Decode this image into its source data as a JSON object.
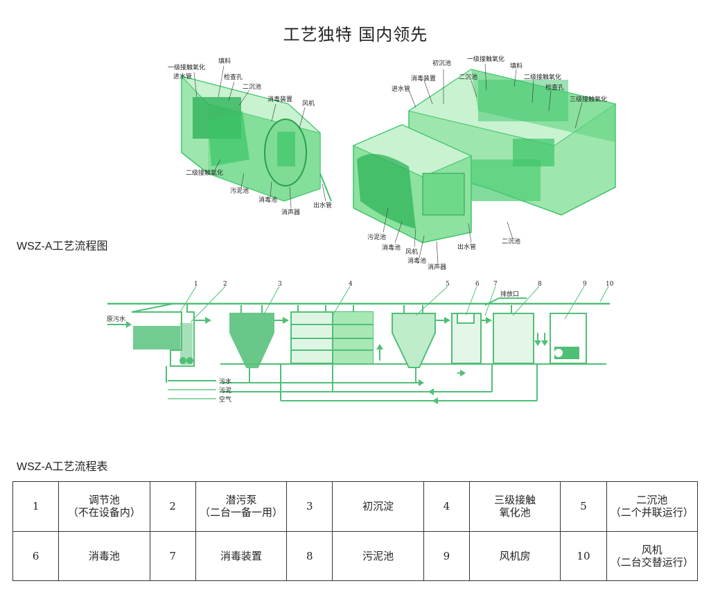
{
  "title": "工艺独特  国内领先",
  "sections": {
    "flow_chart": "WSZ-A工艺流程图",
    "flow_table": "WSZ-A工艺流程表"
  },
  "colors": {
    "tank_green": "#3cc46a",
    "tank_light": "#a8e8b4",
    "line_green": "#4fbf75"
  },
  "left_unit": {
    "labels": {
      "stage1_contact": "一级接触氧化",
      "inlet_pipe": "进水管",
      "filler": "填料",
      "inspection_hole": "检查孔",
      "secondary_settling": "二沉池",
      "disinfection_device": "消毒装置",
      "blower": "风机",
      "stage2_contact": "二级接触氧化",
      "sludge_tank": "污泥池",
      "disinfection_tank": "消毒池",
      "outlet_pipe": "出水管",
      "silencer": "消声器"
    }
  },
  "right_unit": {
    "labels": {
      "primary_settling": "初沉池",
      "stage1_contact": "一级接触氧化",
      "disinfection_device": "消毒装置",
      "filler": "填料",
      "secondary_settling_top": "二沉池",
      "stage2_contact": "二级接触氧化",
      "inlet_pipe": "进水管",
      "inspection_hole": "检查孔",
      "stage3_contact": "三级接触氧化",
      "sludge_tank": "污泥池",
      "disinfection_tank": "消毒池",
      "blower": "风机",
      "outlet_pipe": "出水管",
      "secondary_settling_bottom": "二沉池",
      "disinfection_tank2": "消毒池",
      "silencer": "消声器"
    }
  },
  "process_diagram": {
    "raw_water": "原污水",
    "discharge": "排放口",
    "numbers": [
      "1",
      "2",
      "3",
      "4",
      "5",
      "6",
      "7",
      "8",
      "9",
      "10"
    ],
    "legend": [
      "污水",
      "污泥",
      "空气"
    ]
  },
  "table": {
    "rows": [
      [
        {
          "no": "1",
          "name": "调节池",
          "note": "（不在设备内）"
        },
        {
          "no": "2",
          "name": "潜污泵",
          "note": "（二台一备一用）"
        },
        {
          "no": "3",
          "name": "初沉淀",
          "note": ""
        },
        {
          "no": "4",
          "name": "三级接触",
          "note": "氧化池"
        },
        {
          "no": "5",
          "name": "二沉池",
          "note": "（二个并联运行）"
        }
      ],
      [
        {
          "no": "6",
          "name": "消毒池",
          "note": ""
        },
        {
          "no": "7",
          "name": "消毒装置",
          "note": ""
        },
        {
          "no": "8",
          "name": "污泥池",
          "note": ""
        },
        {
          "no": "9",
          "name": "风机房",
          "note": ""
        },
        {
          "no": "10",
          "name": "风机",
          "note": "（二台交替运行）"
        }
      ]
    ]
  }
}
